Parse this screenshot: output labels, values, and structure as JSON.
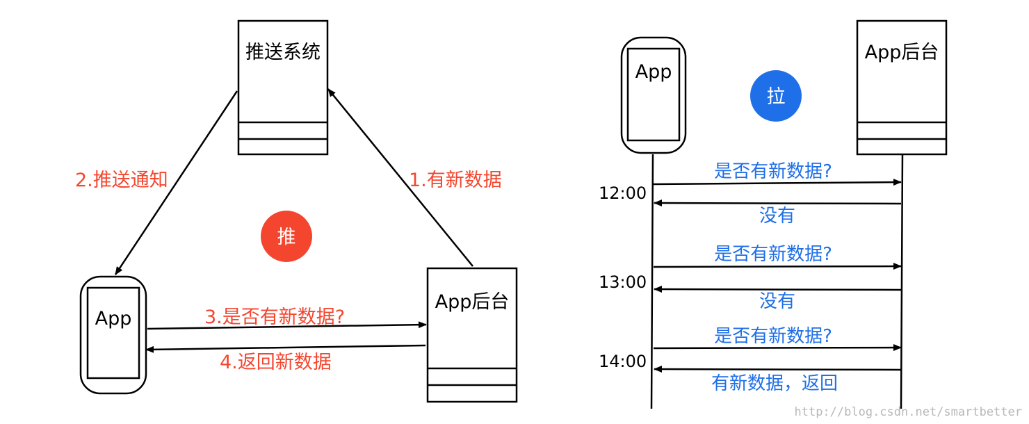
{
  "push": {
    "badge": "推",
    "push_system": "推送系统",
    "app": "App",
    "backend": "App后台",
    "step1": "1.有新数据",
    "step2": "2.推送通知",
    "step3": "3.是否有新数据?",
    "step4": "4.返回新数据"
  },
  "pull": {
    "badge": "拉",
    "app": "App",
    "backend": "App后台",
    "exchanges": [
      {
        "time": "12:00",
        "request": "是否有新数据?",
        "response": "没有"
      },
      {
        "time": "13:00",
        "request": "是否有新数据?",
        "response": "没有"
      },
      {
        "time": "14:00",
        "request": "是否有新数据?",
        "response": "有新数据，返回"
      }
    ]
  },
  "watermark": "http://blog.csdn.net/smartbetter",
  "colors": {
    "push_accent": "#f4462f",
    "pull_accent": "#1f6fe8",
    "line": "#000000"
  }
}
